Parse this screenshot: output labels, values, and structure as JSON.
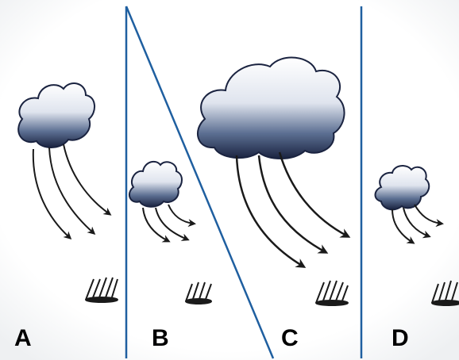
{
  "panels": [
    {
      "label": "A"
    },
    {
      "label": "B"
    },
    {
      "label": "C"
    },
    {
      "label": "D"
    }
  ],
  "colors": {
    "divider": "#1f5fa0",
    "cloud_dark": "#1a2340",
    "cloud_mid": "#5c6f92",
    "ink": "#1a1a1a",
    "background_fade": "#eef0f2"
  },
  "icons": [
    "cloud-icon",
    "rain-arrow-icon",
    "grass-tuft-icon"
  ]
}
